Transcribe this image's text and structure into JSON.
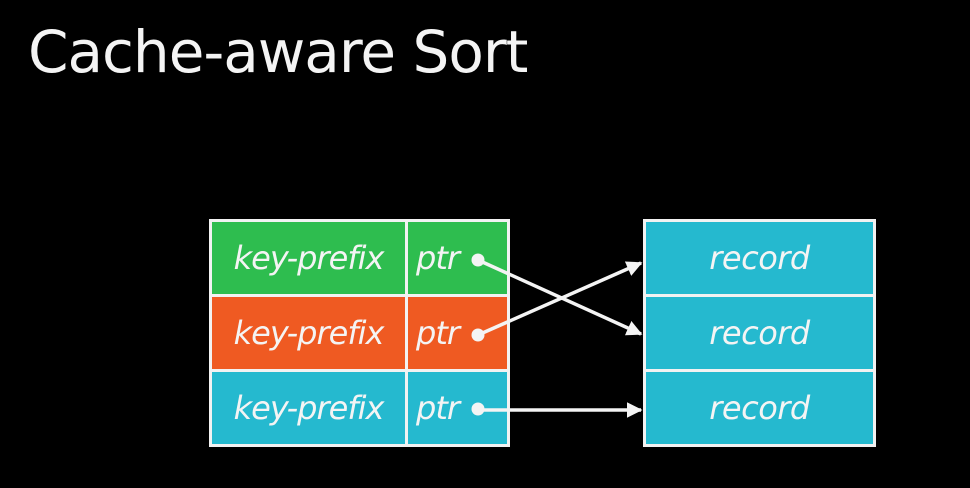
{
  "title": "Cache-aware Sort",
  "colors": {
    "background": "#000000",
    "border": "#f2f2f2",
    "green": "#2ebd4f",
    "orange": "#ef5a22",
    "teal": "#25b9cf",
    "text": "#f4f4f4"
  },
  "left_table": {
    "rows": [
      {
        "key": "key-prefix",
        "ptr": "ptr",
        "color": "green"
      },
      {
        "key": "key-prefix",
        "ptr": "ptr",
        "color": "orange"
      },
      {
        "key": "key-prefix",
        "ptr": "ptr",
        "color": "teal"
      }
    ]
  },
  "right_table": {
    "rows": [
      {
        "label": "record"
      },
      {
        "label": "record"
      },
      {
        "label": "record"
      }
    ]
  }
}
